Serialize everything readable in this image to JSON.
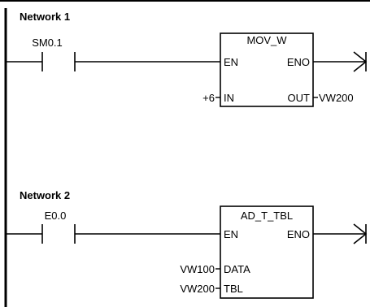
{
  "networks": [
    {
      "title": "Network 1",
      "contact": {
        "label": "SM0.1"
      },
      "box": {
        "name": "MOV_W",
        "en": "EN",
        "eno": "ENO",
        "in_label": "IN",
        "out_label": "OUT",
        "in_value": "+6",
        "out_value": "VW200"
      }
    },
    {
      "title": "Network 2",
      "contact": {
        "label": "E0.0"
      },
      "box": {
        "name": "AD_T_TBL",
        "en": "EN",
        "eno": "ENO",
        "data_label": "DATA",
        "tbl_label": "TBL",
        "data_value": "VW100",
        "tbl_value": "VW200"
      }
    }
  ]
}
